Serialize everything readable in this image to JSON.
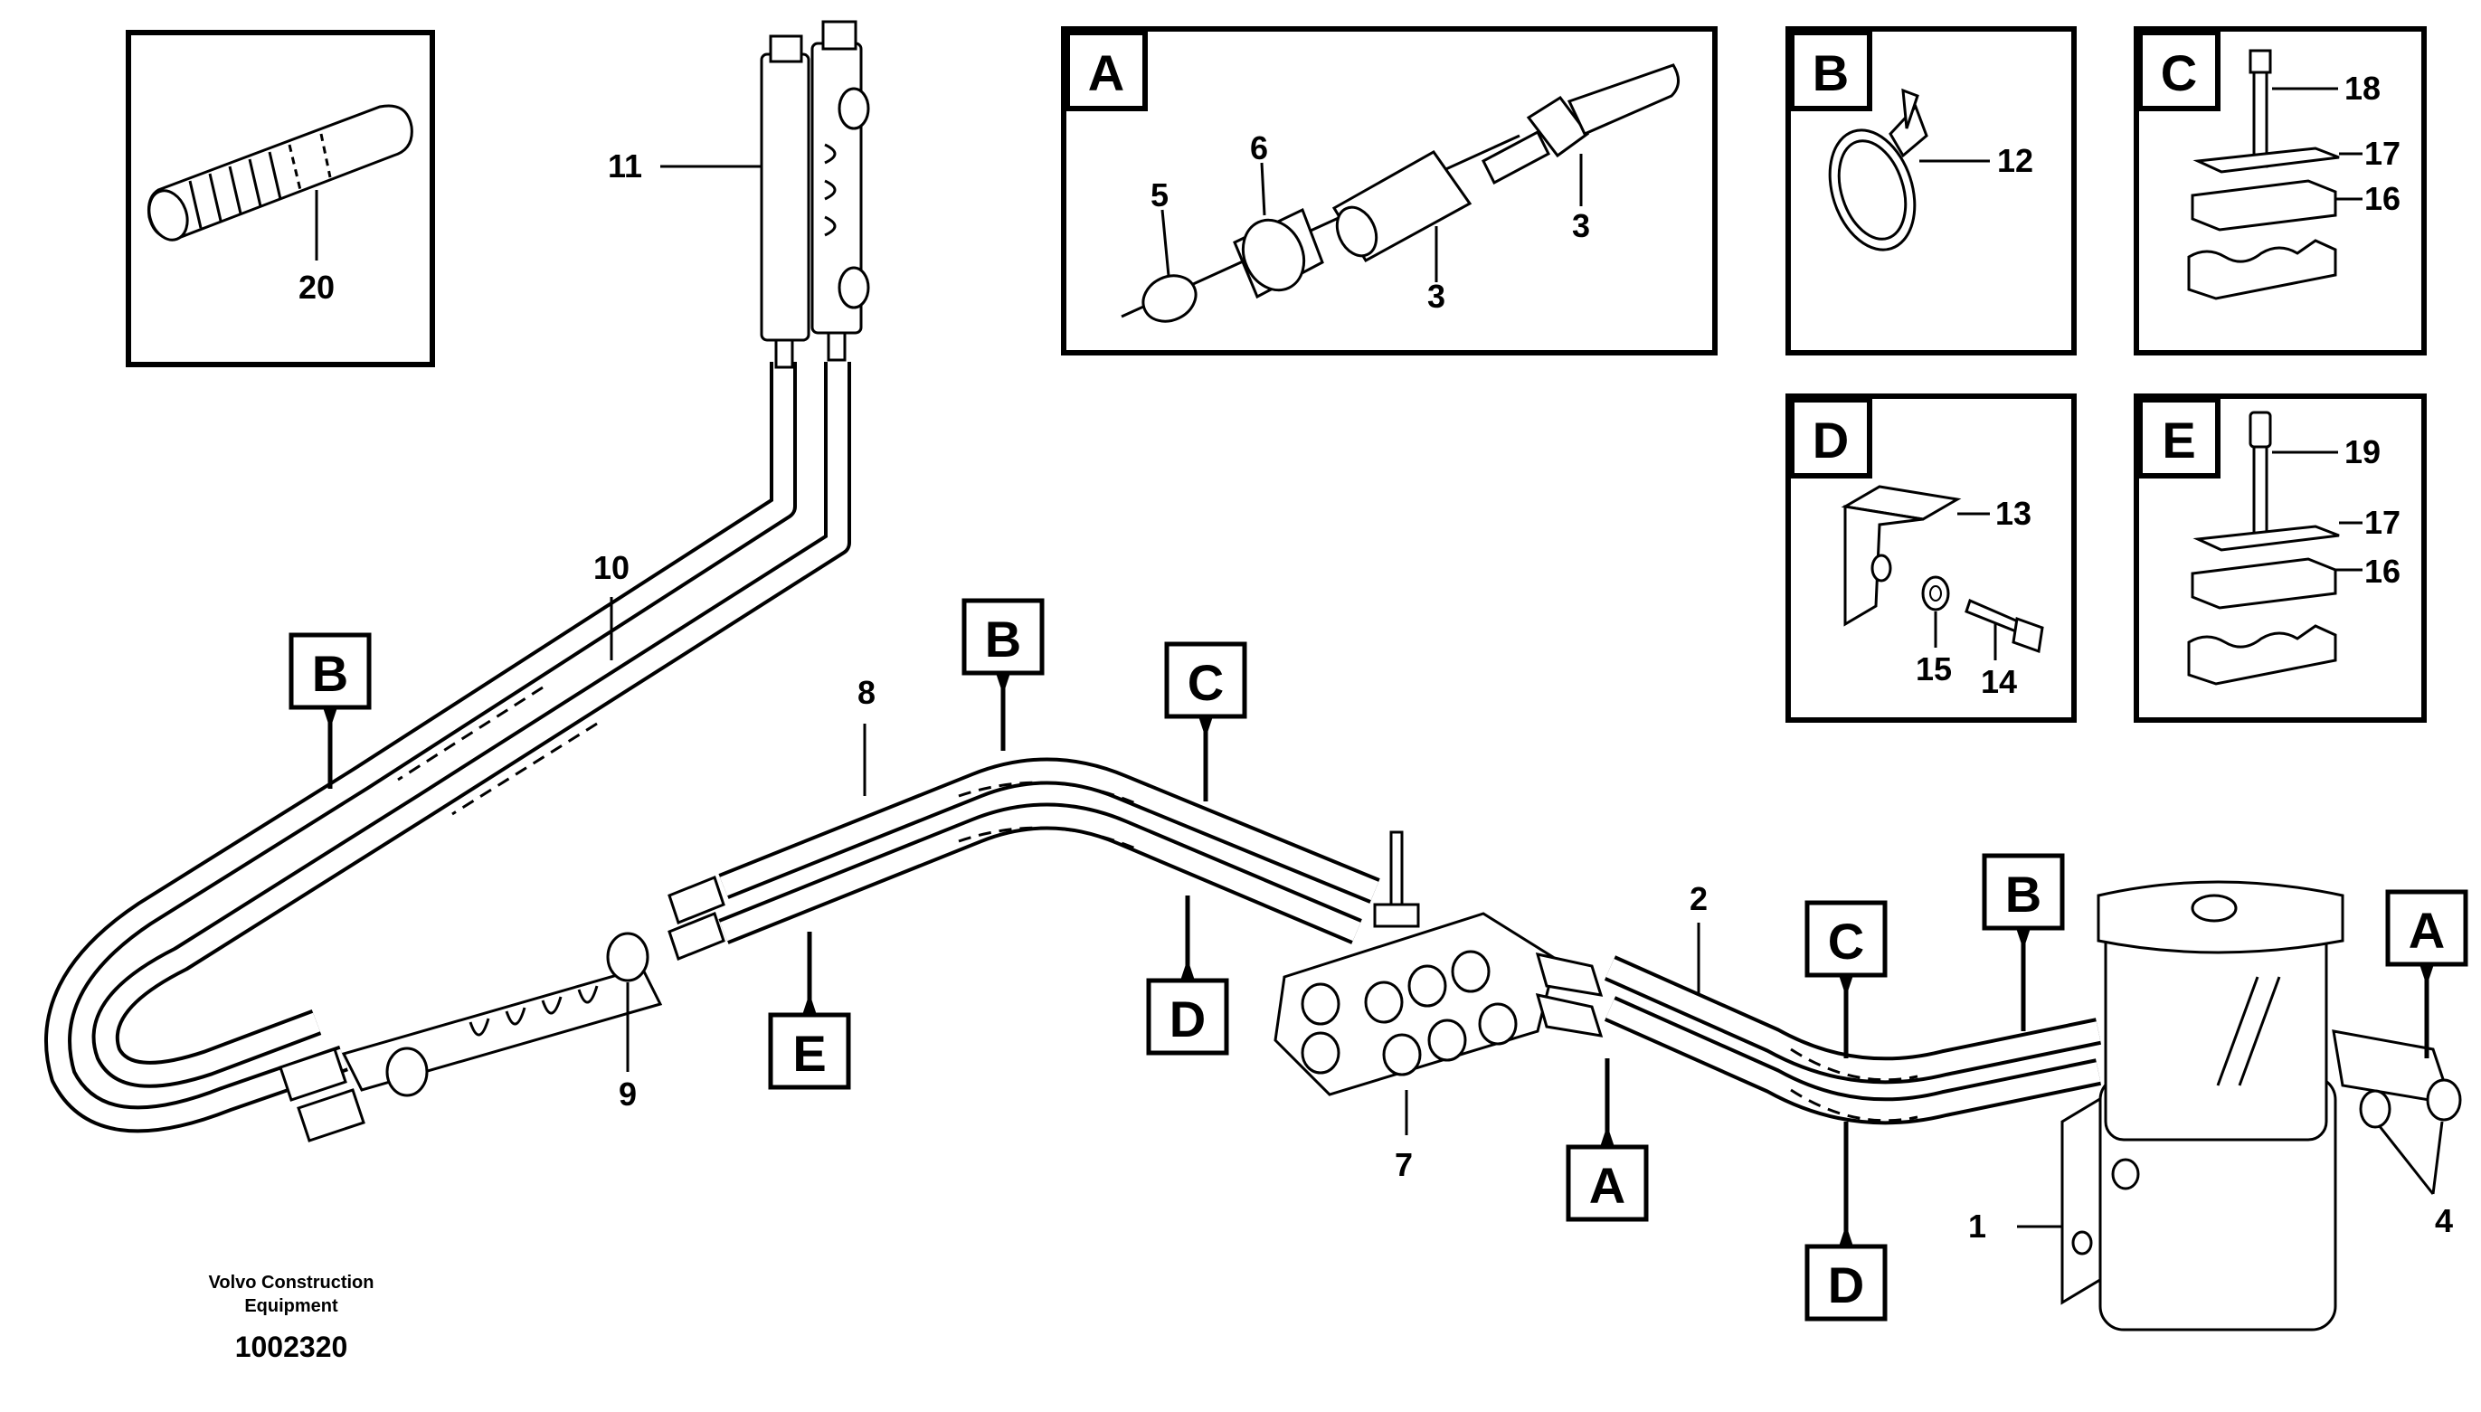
{
  "inset_boxes": {
    "detail_a": {
      "letter": "A",
      "parts": [
        "5",
        "6",
        "3",
        "3"
      ]
    },
    "detail_b": {
      "letter": "B",
      "parts": [
        "12"
      ]
    },
    "detail_c": {
      "letter": "C",
      "parts": [
        "18",
        "17",
        "16"
      ]
    },
    "detail_d": {
      "letter": "D",
      "parts": [
        "13",
        "15",
        "14"
      ]
    },
    "detail_e": {
      "letter": "E",
      "parts": [
        "19",
        "17",
        "16"
      ]
    },
    "detail_20": {
      "parts": [
        "20"
      ]
    }
  },
  "callouts": {
    "b1": "B",
    "b2": "B",
    "b3": "B",
    "c1": "C",
    "c2": "C",
    "d1": "D",
    "d2": "D",
    "e1": "E",
    "a1": "A",
    "a2": "A"
  },
  "part_numbers": {
    "p1": "1",
    "p2": "2",
    "p4": "4",
    "p7": "7",
    "p8": "8",
    "p9": "9",
    "p10": "10",
    "p11": "11"
  },
  "footer": {
    "line1": "Volvo Construction",
    "line2": "Equipment",
    "drawing_id": "1002320"
  }
}
